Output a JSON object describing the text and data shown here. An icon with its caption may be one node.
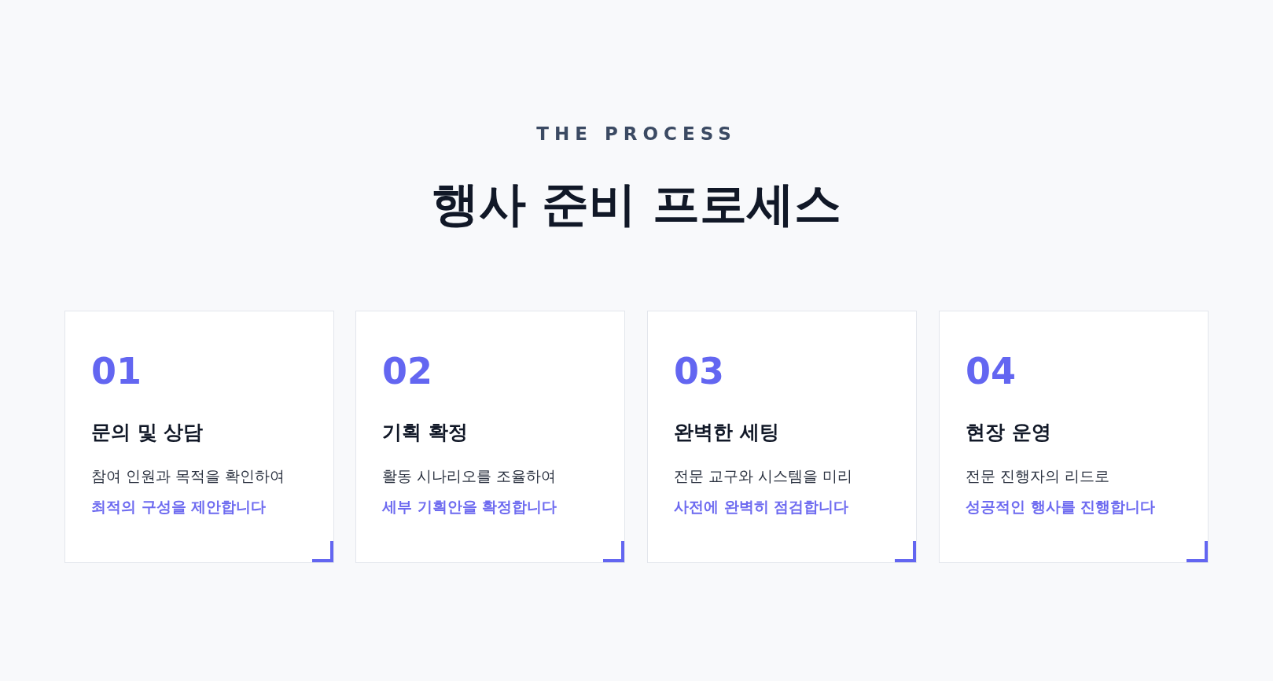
{
  "diagram": {
    "title": "행사 준비 프로세스",
    "labels": [
      "THE PROCESS"
    ],
    "nodes": [
      {
        "text": [
          "01",
          "문의 및 상담",
          "참여 인원과 목적을 확인하여",
          "최적의 구성을 제안합니다"
        ]
      },
      {
        "text": [
          "02",
          "기획 확정",
          "활동 시나리오를 조율하여",
          "세부 기획안을 확정합니다"
        ]
      },
      {
        "text": [
          "03",
          "완벽한 세팅",
          "전문 교구와 시스템을 미리",
          "사전에 완벽히 점검합니다"
        ]
      },
      {
        "text": [
          "04",
          "현장 운영",
          "전문 진행자의 리드로",
          "성공적인 행사를 진행합니다"
        ]
      }
    ]
  }
}
